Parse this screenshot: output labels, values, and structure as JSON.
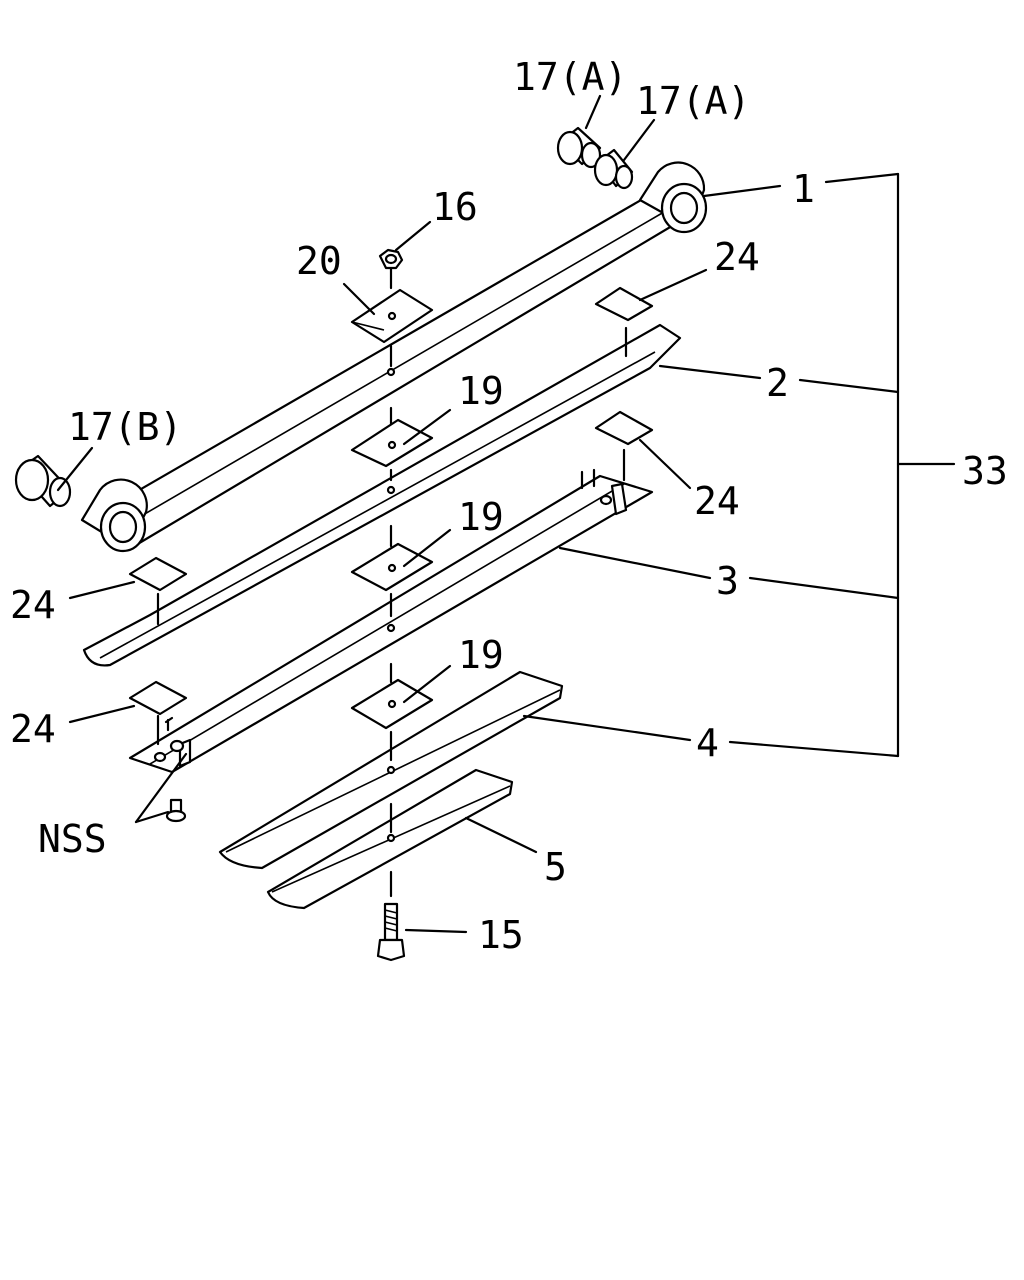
{
  "callouts": {
    "c17a_1": "17(A)",
    "c17a_2": "17(A)",
    "c1": "1",
    "c16": "16",
    "c20": "20",
    "c24_top": "24",
    "c2": "2",
    "c19_1": "19",
    "c17b": "17(B)",
    "c33": "33",
    "c24_right": "24",
    "c19_2": "19",
    "c3": "3",
    "c24_left1": "24",
    "c19_3": "19",
    "c24_left2": "24",
    "c4": "4",
    "cnss": "NSS",
    "c5": "5",
    "c15": "15"
  }
}
